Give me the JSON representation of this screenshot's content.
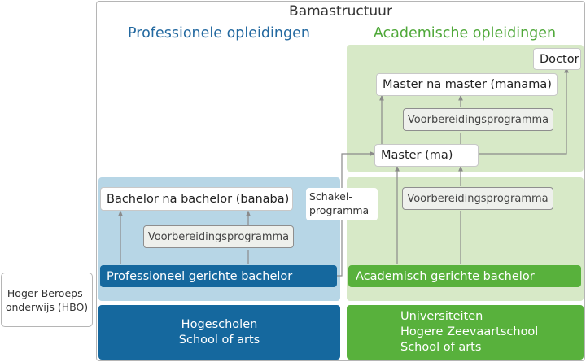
{
  "title": "Bamastructuur",
  "headers": {
    "professional": "Professionele opleidingen",
    "academic": "Academische opleidingen"
  },
  "left_label": {
    "line1": "Hoger Beroeps-",
    "line2": "onderwijs (HBO)"
  },
  "professional": {
    "banaba": "Bachelor na bachelor (banaba)",
    "prep": "Voorbereidingsprogramma",
    "bachelor": "Professioneel gerichte bachelor",
    "institutions": [
      "Hogescholen",
      "School of arts"
    ]
  },
  "bridge": {
    "line1": "Schakel-",
    "line2": "programma"
  },
  "academic": {
    "doctor": "Doctor",
    "manama": "Master na master (manama)",
    "prep_manama": "Voorbereidingsprogramma",
    "master": "Master (ma)",
    "prep_master": "Voorbereidingsprogramma",
    "bachelor": "Academisch gerichte bachelor",
    "institutions": [
      "Universiteiten",
      "Hogere Zeevaartschool",
      "School of arts"
    ]
  },
  "colors": {
    "professional": "#15689e",
    "academic": "#58b13c",
    "professional_zone": "#b7d6e6",
    "academic_zone": "#d7e9c7",
    "arrow": "#8a8a8a"
  }
}
